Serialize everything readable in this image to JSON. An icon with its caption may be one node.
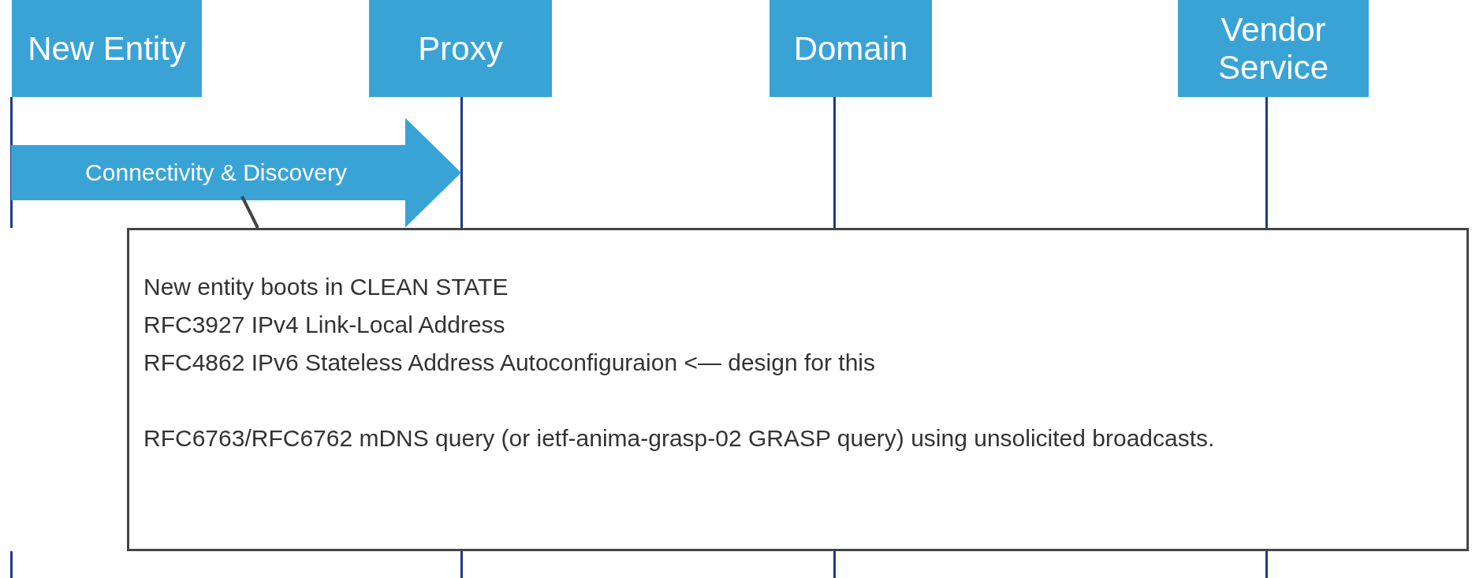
{
  "diagram": {
    "nodes": [
      {
        "text": [
          "New Entity"
        ]
      },
      {
        "text": [
          "Proxy"
        ]
      },
      {
        "text": [
          "Domain"
        ]
      },
      {
        "text": [
          "Vendor Service"
        ]
      },
      {
        "text": [
          "New entity boots in CLEAN STATE",
          "RFC3927 IPv4 Link-Local Address",
          "RFC4862 IPv6 Stateless Address Autoconfiguraion <— design for this",
          "RFC6763/RFC6762 mDNS query (or ietf-anima-grasp-02 GRASP query) using unsolicited broadcasts."
        ]
      }
    ],
    "edges": [
      {
        "from": 0,
        "to": 1,
        "arrow": "to",
        "label": "Connectivity & Discovery",
        "style": "thick"
      },
      {
        "from": 4,
        "to": null,
        "arrow": "none",
        "color": "#444444"
      }
    ]
  }
}
